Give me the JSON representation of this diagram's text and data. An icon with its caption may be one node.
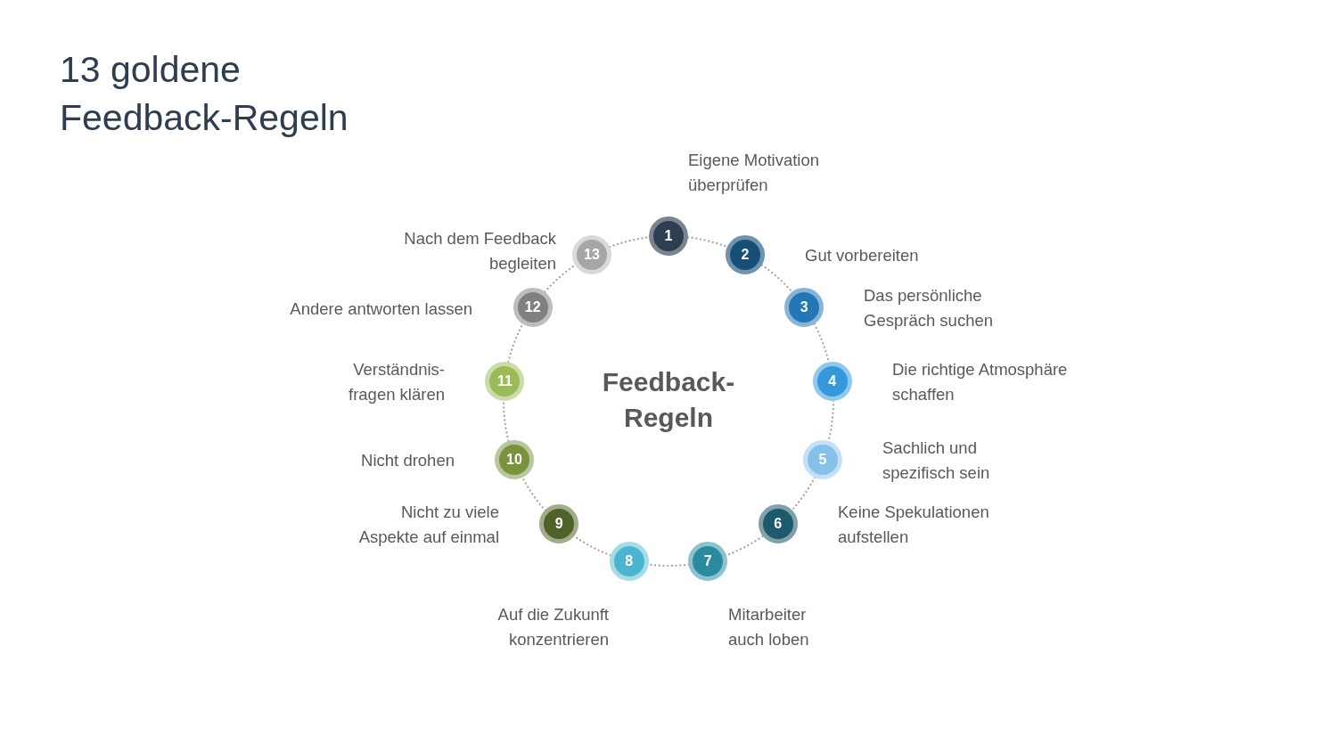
{
  "diagram": {
    "title": "13 goldene Feedback-Regeln",
    "nodes": [
      {
        "text": [
          "1"
        ],
        "beside": [
          "Eigene Motivation überprüfen"
        ]
      },
      {
        "text": [
          "2"
        ],
        "beside": [
          "Gut vorbereiten"
        ]
      },
      {
        "text": [
          "3"
        ],
        "beside": [
          "Das persönliche Gespräch suchen"
        ]
      },
      {
        "text": [
          "4"
        ],
        "beside": [
          "Die richtige Atmosphäre schaffen"
        ]
      },
      {
        "text": [
          "5"
        ],
        "beside": [
          "Sachlich und spezifisch sein"
        ]
      },
      {
        "text": [
          "6"
        ],
        "beside": [
          "Keine Spekulationen aufstellen"
        ]
      },
      {
        "text": [
          "7"
        ],
        "beside": [
          "Mitarbeiter auch loben"
        ]
      },
      {
        "text": [
          "8"
        ],
        "beside": [
          "Auf die Zukunft konzentrieren"
        ]
      },
      {
        "text": [
          "9"
        ],
        "beside": [
          "Nicht zu viele Aspekte auf einmal"
        ]
      },
      {
        "text": [
          "10"
        ],
        "beside": [
          "Nicht drohen"
        ]
      },
      {
        "text": [
          "11"
        ],
        "beside": [
          "Verständnis- fragen klären"
        ]
      },
      {
        "text": [
          "12"
        ],
        "beside": [
          "Andere antworten lassen"
        ]
      },
      {
        "text": [
          "13"
        ],
        "beside": [
          "Nach dem Feedback begleiten"
        ]
      }
    ],
    "edges": [
      {
        "from": 0,
        "to": 1,
        "arrow": "none",
        "style": "dashed"
      },
      {
        "from": 1,
        "to": 2,
        "arrow": "none",
        "style": "dashed"
      },
      {
        "from": 2,
        "to": 3,
        "arrow": "none",
        "style": "dashed"
      },
      {
        "from": 3,
        "to": 4,
        "arrow": "none",
        "style": "dashed"
      },
      {
        "from": 4,
        "to": 5,
        "arrow": "none",
        "style": "dashed"
      },
      {
        "from": 5,
        "to": 6,
        "arrow": "none",
        "style": "dashed"
      },
      {
        "from": 6,
        "to": 7,
        "arrow": "none",
        "style": "dashed"
      },
      {
        "from": 7,
        "to": 8,
        "arrow": "none",
        "style": "dashed"
      },
      {
        "from": 8,
        "to": 9,
        "arrow": "none",
        "style": "dashed"
      },
      {
        "from": 9,
        "to": 10,
        "arrow": "none",
        "style": "dashed"
      },
      {
        "from": 10,
        "to": 11,
        "arrow": "none",
        "style": "dashed"
      },
      {
        "from": 11,
        "to": 12,
        "arrow": "none",
        "style": "dashed"
      },
      {
        "from": 12,
        "to": 0,
        "arrow": "none",
        "style": "dashed"
      }
    ],
    "labels": [
      "Feedback-Regeln"
    ]
  }
}
